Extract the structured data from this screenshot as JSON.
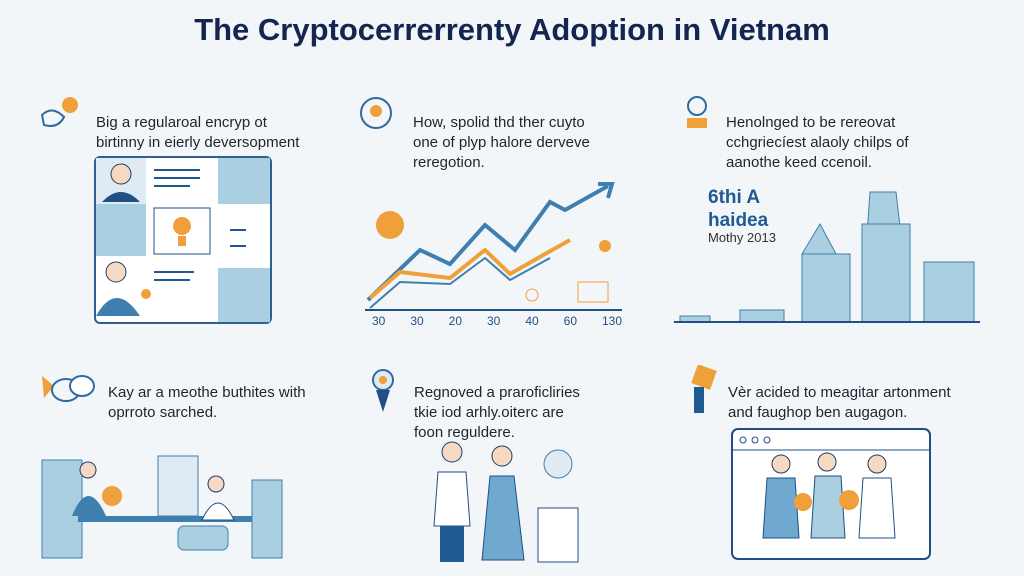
{
  "title": "The Cryptocerrerrenty Adoption in Vietnam",
  "panels": [
    {
      "text": [
        "Big a regularoal encryp ot",
        "birtinny in eierly deversopment"
      ],
      "icon": "person-coin-icon"
    },
    {
      "text": [
        "How, spolid thd ther cuyto",
        "one of plyp halore derveve",
        "reregotion."
      ],
      "icon": "coin-badge-icon",
      "axis_ticks": [
        "30",
        "30",
        "20",
        "30",
        "40",
        "60",
        "130"
      ]
    },
    {
      "text": [
        "Henolnged to be rereovat",
        "cchgriecíest alaoly chilps of",
        "aanothe keed ccenoil."
      ],
      "icon": "lightbulb-icon",
      "stat_title": [
        "6thi A",
        "haidea"
      ],
      "stat_sub": "Mothy 2013"
    },
    {
      "text": [
        "Kay ar a meothe buthites with",
        "oprroto sarched."
      ],
      "icon": "chat-bubbles-icon"
    },
    {
      "text": [
        "Regnoved a praroficliries",
        "tkie iod arhly.oiterc are",
        "foon reguldere."
      ],
      "icon": "award-medal-icon"
    },
    {
      "text": [
        "Vèr acided to meagitar artonment",
        "and faughop ben augagon."
      ],
      "icon": "person-sign-icon"
    }
  ],
  "colors": {
    "navy": "#14264f",
    "blue": "#3f7fb0",
    "lightblue": "#a9cfe0",
    "orange": "#f0a03a"
  }
}
